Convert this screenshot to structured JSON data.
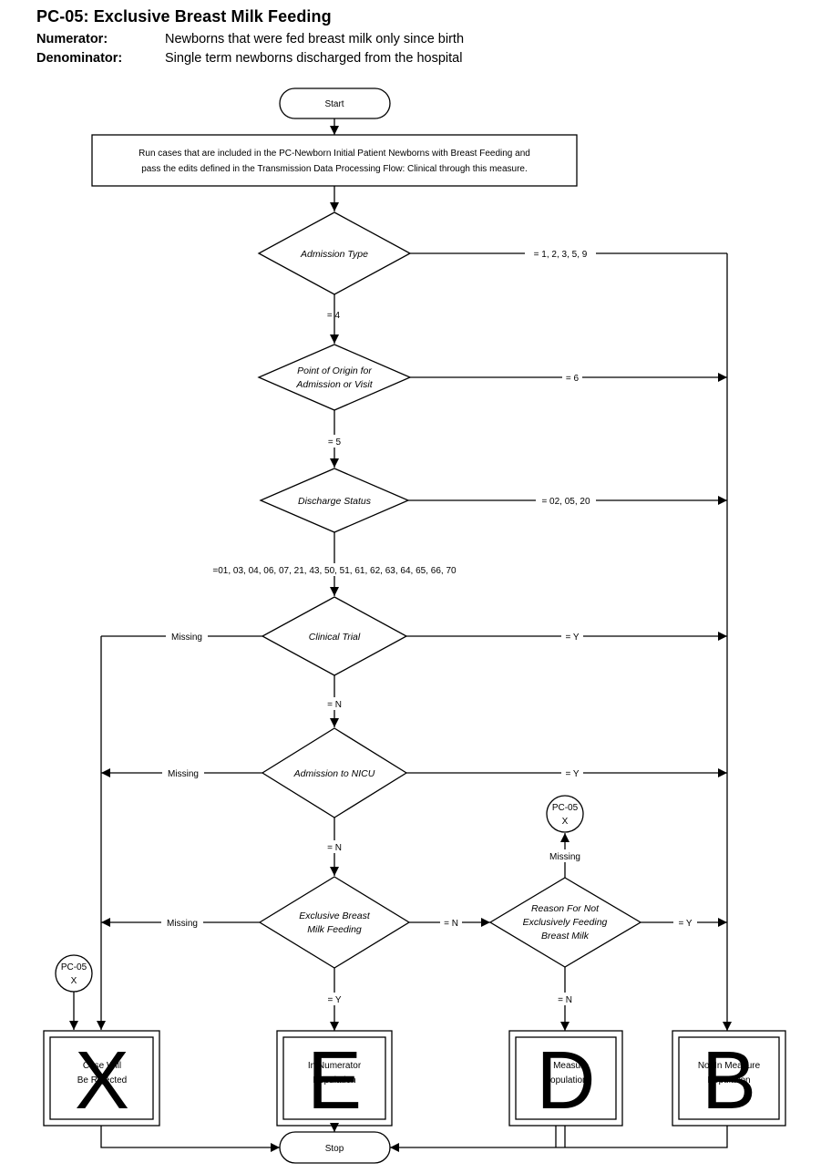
{
  "header": {
    "title": "PC-05:  Exclusive Breast Milk Feeding",
    "numerator_label": "Numerator:",
    "numerator_text": "Newborns that were fed breast milk only since birth",
    "denominator_label": "Denominator:",
    "denominator_text": "Single term newborns discharged from the hospital"
  },
  "flow": {
    "start": "Start",
    "stop": "Stop",
    "process_line1": "Run cases that are included in the PC-Newborn Initial Patient Newborns with Breast Feeding and",
    "process_line2": "pass the edits defined in the Transmission Data Processing Flow: Clinical through this measure.",
    "decisions": {
      "admission_type": [
        "Admission Type"
      ],
      "point_of_origin": [
        "Point of Origin for",
        "Admission or Visit"
      ],
      "discharge_status": [
        "Discharge Status"
      ],
      "clinical_trial": [
        "Clinical Trial"
      ],
      "admission_nicu": [
        "Admission to NICU"
      ],
      "exclusive_bm": [
        "Exclusive Breast",
        "Milk Feeding"
      ],
      "reason_not": [
        "Reason For Not",
        "Exclusively Feeding",
        "Breast Milk"
      ]
    },
    "labels": {
      "adm_type_yes": "= 1, 2, 3, 5, 9",
      "adm_type_down": "=  4",
      "origin_right": "= 6",
      "origin_down": "= 5",
      "discharge_right": "= 02, 05, 20",
      "discharge_down": "=01, 03, 04, 06, 07, 21, 43, 50, 51, 61, 62, 63, 64, 65, 66, 70",
      "clinical_missing": "Missing",
      "clinical_right": "= Y",
      "clinical_down": "= N",
      "nicu_missing": "Missing",
      "nicu_right": "= Y",
      "nicu_down": "= N",
      "ebm_missing": "Missing",
      "ebm_right": "= N",
      "ebm_down": "= Y",
      "reason_up": "Missing",
      "reason_right": "= Y",
      "reason_down": "= N"
    },
    "connectors": {
      "top_line1": "PC-05",
      "top_line2": "X",
      "left_line1": "PC-05",
      "left_line2": "X"
    },
    "outcomes": {
      "x": {
        "letter": "X",
        "line1": "Case Will",
        "line2": "Be Rejected"
      },
      "e": {
        "letter": "E",
        "line1": "In Numerator",
        "line2": "Population"
      },
      "d": {
        "letter": "D",
        "line1": "In Measure",
        "line2": "Population"
      },
      "b": {
        "letter": "B",
        "line1": "Not In Measure",
        "line2": "Population"
      }
    }
  }
}
